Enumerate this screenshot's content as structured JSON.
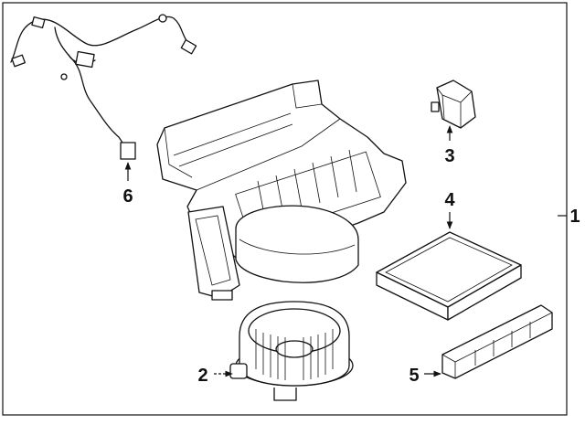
{
  "callouts": [
    {
      "id": "1",
      "label": "1",
      "part": "hvac-assembly"
    },
    {
      "id": "2",
      "label": "2",
      "part": "blower-motor"
    },
    {
      "id": "3",
      "label": "3",
      "part": "actuator"
    },
    {
      "id": "4",
      "label": "4",
      "part": "cabin-air-filter"
    },
    {
      "id": "5",
      "label": "5",
      "part": "filter-cover"
    },
    {
      "id": "6",
      "label": "6",
      "part": "wiring-harness"
    }
  ]
}
